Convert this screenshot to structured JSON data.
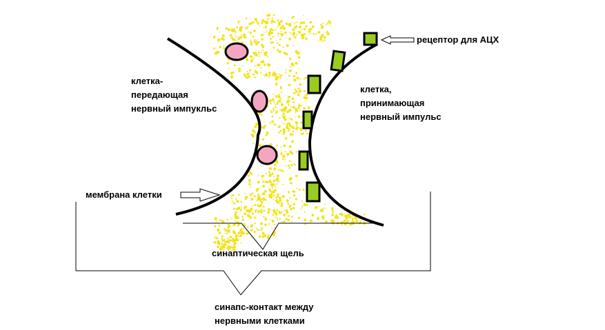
{
  "labels": {
    "sender_cell": [
      "клетка-",
      "передающая",
      "нервный импукльс"
    ],
    "receiver_cell": [
      "клетка,",
      "принимающая",
      "нервный импульс"
    ],
    "receptor": "рецептор для АЦХ",
    "membrane": "мембрана клетки",
    "synaptic_cleft": "синаптическая щель",
    "synapse": [
      "синапс-контакт между",
      "нервными клетками"
    ]
  },
  "colors": {
    "line": "#000000",
    "vesicle_fill": "#f4a6c0",
    "receptor_fill": "#99cc22",
    "mediator": "#f2e31a",
    "background": "#ffffff"
  }
}
